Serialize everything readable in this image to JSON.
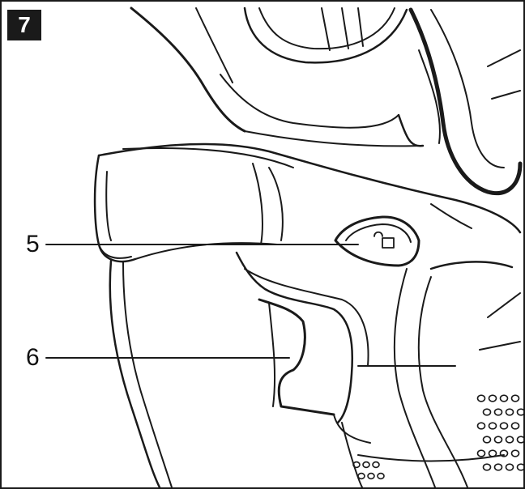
{
  "figure": {
    "number": "7"
  },
  "callouts": [
    {
      "label": "5",
      "points_to": "lock-button"
    },
    {
      "label": "6",
      "points_to": "trigger-switch"
    }
  ],
  "colors": {
    "ink": "#1a1a1a",
    "paper": "#ffffff"
  }
}
